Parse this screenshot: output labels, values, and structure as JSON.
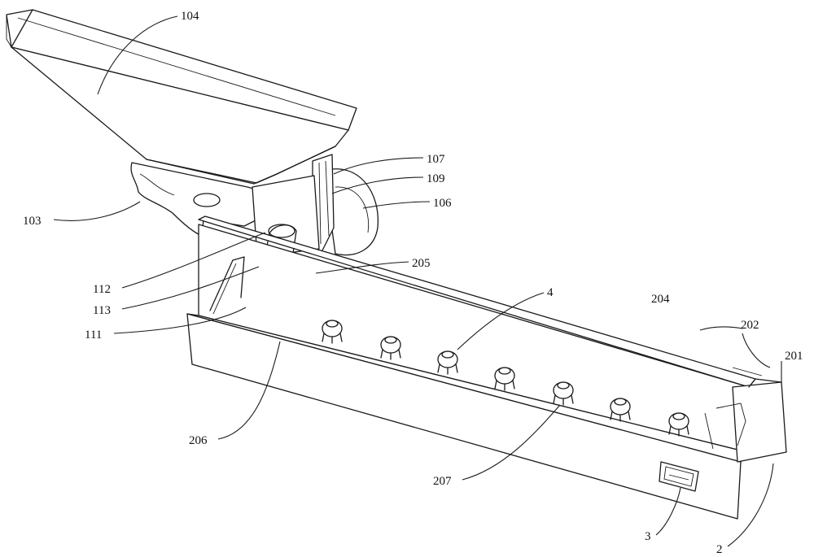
{
  "labels": {
    "l104": "104",
    "l107": "107",
    "l109": "109",
    "l106": "106",
    "l103": "103",
    "l205": "205",
    "l112": "112",
    "l113": "113",
    "l111": "111",
    "l4": "4",
    "l204": "204",
    "l202": "202",
    "l201": "201",
    "l206": "206",
    "l207": "207",
    "l3": "3",
    "l2": "2"
  },
  "colors": {
    "line": "#1a1a1a",
    "background": "#ffffff"
  }
}
